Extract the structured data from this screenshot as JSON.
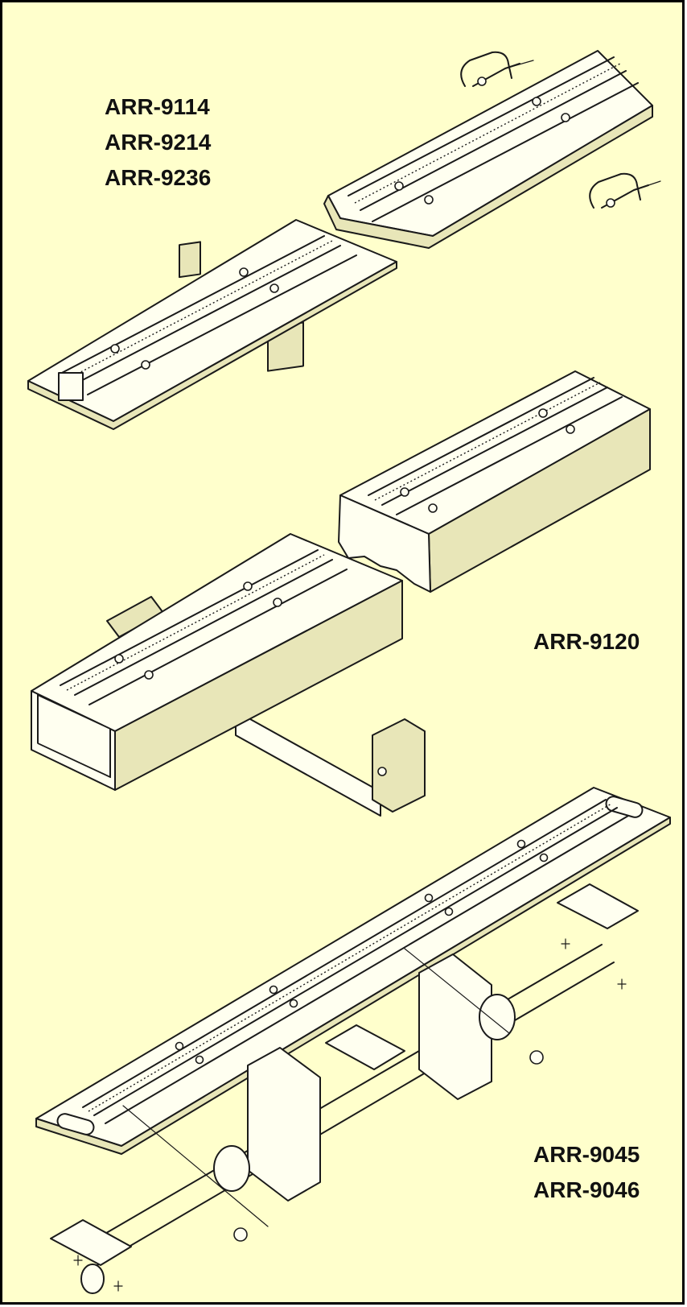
{
  "sections": [
    {
      "id": "rail-group-1",
      "labels": [
        "ARR-9114",
        "ARR-9214",
        "ARR-9236"
      ]
    },
    {
      "id": "rail-group-2",
      "labels": [
        "ARR-9120"
      ]
    },
    {
      "id": "rail-group-3",
      "labels": [
        "ARR-9045",
        "ARR-9046"
      ]
    }
  ],
  "colors": {
    "background": "#ffffcc",
    "border": "#000000",
    "ink": "#1a1a1a"
  }
}
